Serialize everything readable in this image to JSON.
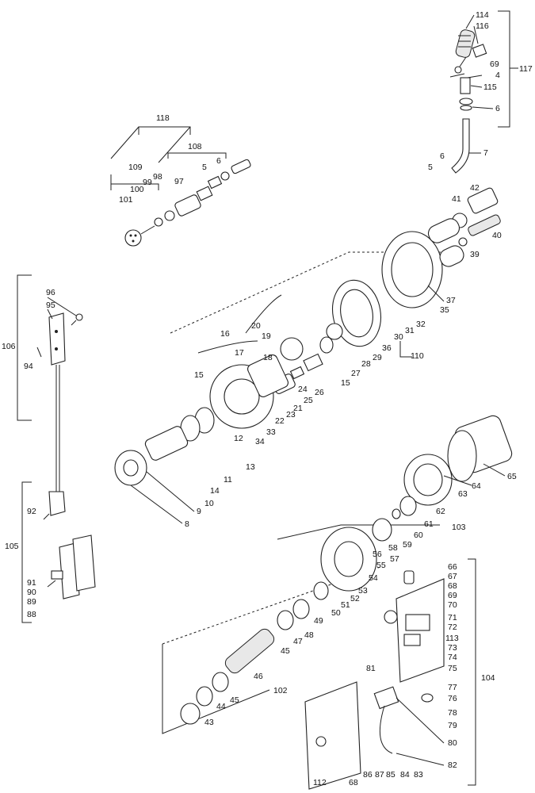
{
  "labels": [
    {
      "id": "114",
      "text": "114"
    },
    {
      "id": "116",
      "text": "116"
    },
    {
      "id": "69a",
      "text": "69"
    },
    {
      "id": "117",
      "text": "117"
    },
    {
      "id": "4",
      "text": "4"
    },
    {
      "id": "115",
      "text": "115"
    },
    {
      "id": "6a",
      "text": "6"
    },
    {
      "id": "7",
      "text": "7"
    },
    {
      "id": "6b",
      "text": "6"
    },
    {
      "id": "5a",
      "text": "5"
    },
    {
      "id": "42",
      "text": "42"
    },
    {
      "id": "41",
      "text": "41"
    },
    {
      "id": "40",
      "text": "40"
    },
    {
      "id": "39",
      "text": "39"
    },
    {
      "id": "118",
      "text": "118"
    },
    {
      "id": "109",
      "text": "109"
    },
    {
      "id": "108",
      "text": "108"
    },
    {
      "id": "6c",
      "text": "6"
    },
    {
      "id": "5b",
      "text": "5"
    },
    {
      "id": "100",
      "text": "100"
    },
    {
      "id": "99",
      "text": "99"
    },
    {
      "id": "98",
      "text": "98"
    },
    {
      "id": "97",
      "text": "97"
    },
    {
      "id": "101",
      "text": "101"
    },
    {
      "id": "96",
      "text": "96"
    },
    {
      "id": "95",
      "text": "95"
    },
    {
      "id": "106",
      "text": "106"
    },
    {
      "id": "94",
      "text": "94"
    },
    {
      "id": "37",
      "text": "37"
    },
    {
      "id": "35",
      "text": "35"
    },
    {
      "id": "32",
      "text": "32"
    },
    {
      "id": "31",
      "text": "31"
    },
    {
      "id": "30",
      "text": "30"
    },
    {
      "id": "36",
      "text": "36"
    },
    {
      "id": "110",
      "text": "110"
    },
    {
      "id": "29",
      "text": "29"
    },
    {
      "id": "28",
      "text": "28"
    },
    {
      "id": "27",
      "text": "27"
    },
    {
      "id": "15a",
      "text": "15"
    },
    {
      "id": "26",
      "text": "26"
    },
    {
      "id": "25",
      "text": "25"
    },
    {
      "id": "24",
      "text": "24"
    },
    {
      "id": "21",
      "text": "21"
    },
    {
      "id": "22",
      "text": "22"
    },
    {
      "id": "23",
      "text": "23"
    },
    {
      "id": "16",
      "text": "16"
    },
    {
      "id": "20",
      "text": "20"
    },
    {
      "id": "19",
      "text": "19"
    },
    {
      "id": "17",
      "text": "17"
    },
    {
      "id": "18",
      "text": "18"
    },
    {
      "id": "15b",
      "text": "15"
    },
    {
      "id": "33",
      "text": "33"
    },
    {
      "id": "34",
      "text": "34"
    },
    {
      "id": "12",
      "text": "12"
    },
    {
      "id": "13",
      "text": "13"
    },
    {
      "id": "11",
      "text": "11"
    },
    {
      "id": "14",
      "text": "14"
    },
    {
      "id": "10",
      "text": "10"
    },
    {
      "id": "9",
      "text": "9"
    },
    {
      "id": "8",
      "text": "8"
    },
    {
      "id": "65",
      "text": "65"
    },
    {
      "id": "64",
      "text": "64"
    },
    {
      "id": "63",
      "text": "63"
    },
    {
      "id": "62",
      "text": "62"
    },
    {
      "id": "61",
      "text": "61"
    },
    {
      "id": "60",
      "text": "60"
    },
    {
      "id": "59",
      "text": "59"
    },
    {
      "id": "103",
      "text": "103"
    },
    {
      "id": "58",
      "text": "58"
    },
    {
      "id": "56",
      "text": "56"
    },
    {
      "id": "57",
      "text": "57"
    },
    {
      "id": "55",
      "text": "55"
    },
    {
      "id": "54",
      "text": "54"
    },
    {
      "id": "53",
      "text": "53"
    },
    {
      "id": "52",
      "text": "52"
    },
    {
      "id": "51",
      "text": "51"
    },
    {
      "id": "50",
      "text": "50"
    },
    {
      "id": "49",
      "text": "49"
    },
    {
      "id": "48",
      "text": "48"
    },
    {
      "id": "47",
      "text": "47"
    },
    {
      "id": "45a",
      "text": "45"
    },
    {
      "id": "46",
      "text": "46"
    },
    {
      "id": "45b",
      "text": "45"
    },
    {
      "id": "44",
      "text": "44"
    },
    {
      "id": "43",
      "text": "43"
    },
    {
      "id": "102",
      "text": "102"
    },
    {
      "id": "92",
      "text": "92"
    },
    {
      "id": "105",
      "text": "105"
    },
    {
      "id": "91",
      "text": "91"
    },
    {
      "id": "90",
      "text": "90"
    },
    {
      "id": "89",
      "text": "89"
    },
    {
      "id": "88",
      "text": "88"
    },
    {
      "id": "66",
      "text": "66"
    },
    {
      "id": "67",
      "text": "67"
    },
    {
      "id": "68a",
      "text": "68"
    },
    {
      "id": "69b",
      "text": "69"
    },
    {
      "id": "70",
      "text": "70"
    },
    {
      "id": "71",
      "text": "71"
    },
    {
      "id": "72",
      "text": "72"
    },
    {
      "id": "113",
      "text": "113"
    },
    {
      "id": "73",
      "text": "73"
    },
    {
      "id": "74",
      "text": "74"
    },
    {
      "id": "75",
      "text": "75"
    },
    {
      "id": "77",
      "text": "77"
    },
    {
      "id": "104",
      "text": "104"
    },
    {
      "id": "76",
      "text": "76"
    },
    {
      "id": "78",
      "text": "78"
    },
    {
      "id": "79",
      "text": "79"
    },
    {
      "id": "80",
      "text": "80"
    },
    {
      "id": "81",
      "text": "81"
    },
    {
      "id": "82",
      "text": "82"
    },
    {
      "id": "112",
      "text": "112"
    },
    {
      "id": "68b",
      "text": "68"
    },
    {
      "id": "86",
      "text": "86"
    },
    {
      "id": "87",
      "text": "87"
    },
    {
      "id": "85",
      "text": "85"
    },
    {
      "id": "84",
      "text": "84"
    },
    {
      "id": "83",
      "text": "83"
    }
  ]
}
